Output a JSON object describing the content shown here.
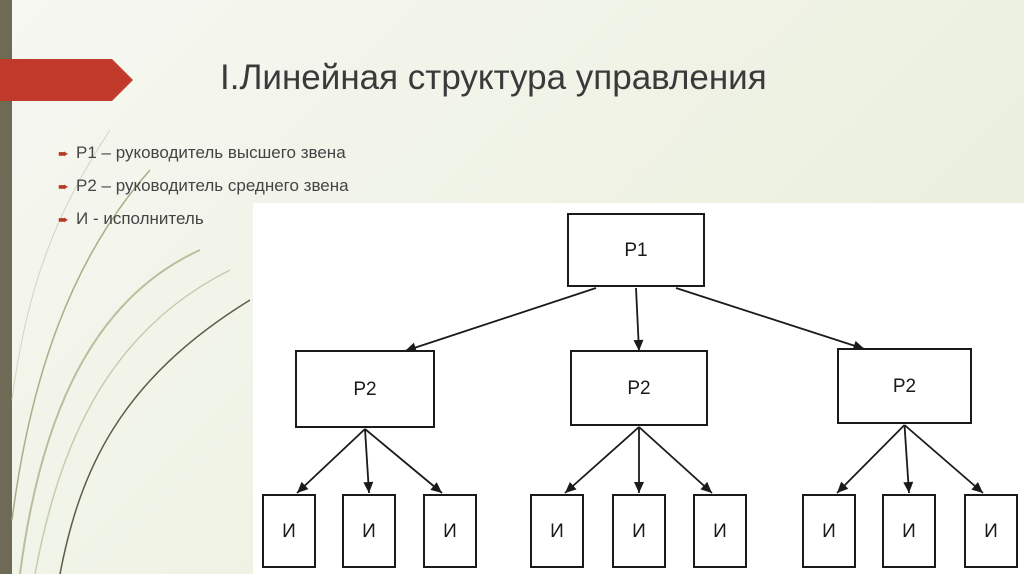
{
  "slide": {
    "title": "I.Линейная структура управления",
    "accent_color": "#c0392b",
    "bullets": [
      {
        "icon": "bullet-arrow-icon",
        "text": "Р1 – руководитель высшего звена"
      },
      {
        "icon": "bullet-arrow-icon",
        "text": "Р2 – руководитель среднего звена"
      },
      {
        "icon": "bullet-arrow-icon",
        "text": "И - исполнитель"
      }
    ]
  },
  "diagram": {
    "top": {
      "label": "Р1"
    },
    "middle": [
      {
        "label": "Р2",
        "children": [
          "И",
          "И",
          "И"
        ]
      },
      {
        "label": "Р2",
        "children": [
          "И",
          "И",
          "И"
        ]
      },
      {
        "label": "Р2",
        "children": [
          "И",
          "И",
          "И"
        ]
      }
    ]
  }
}
